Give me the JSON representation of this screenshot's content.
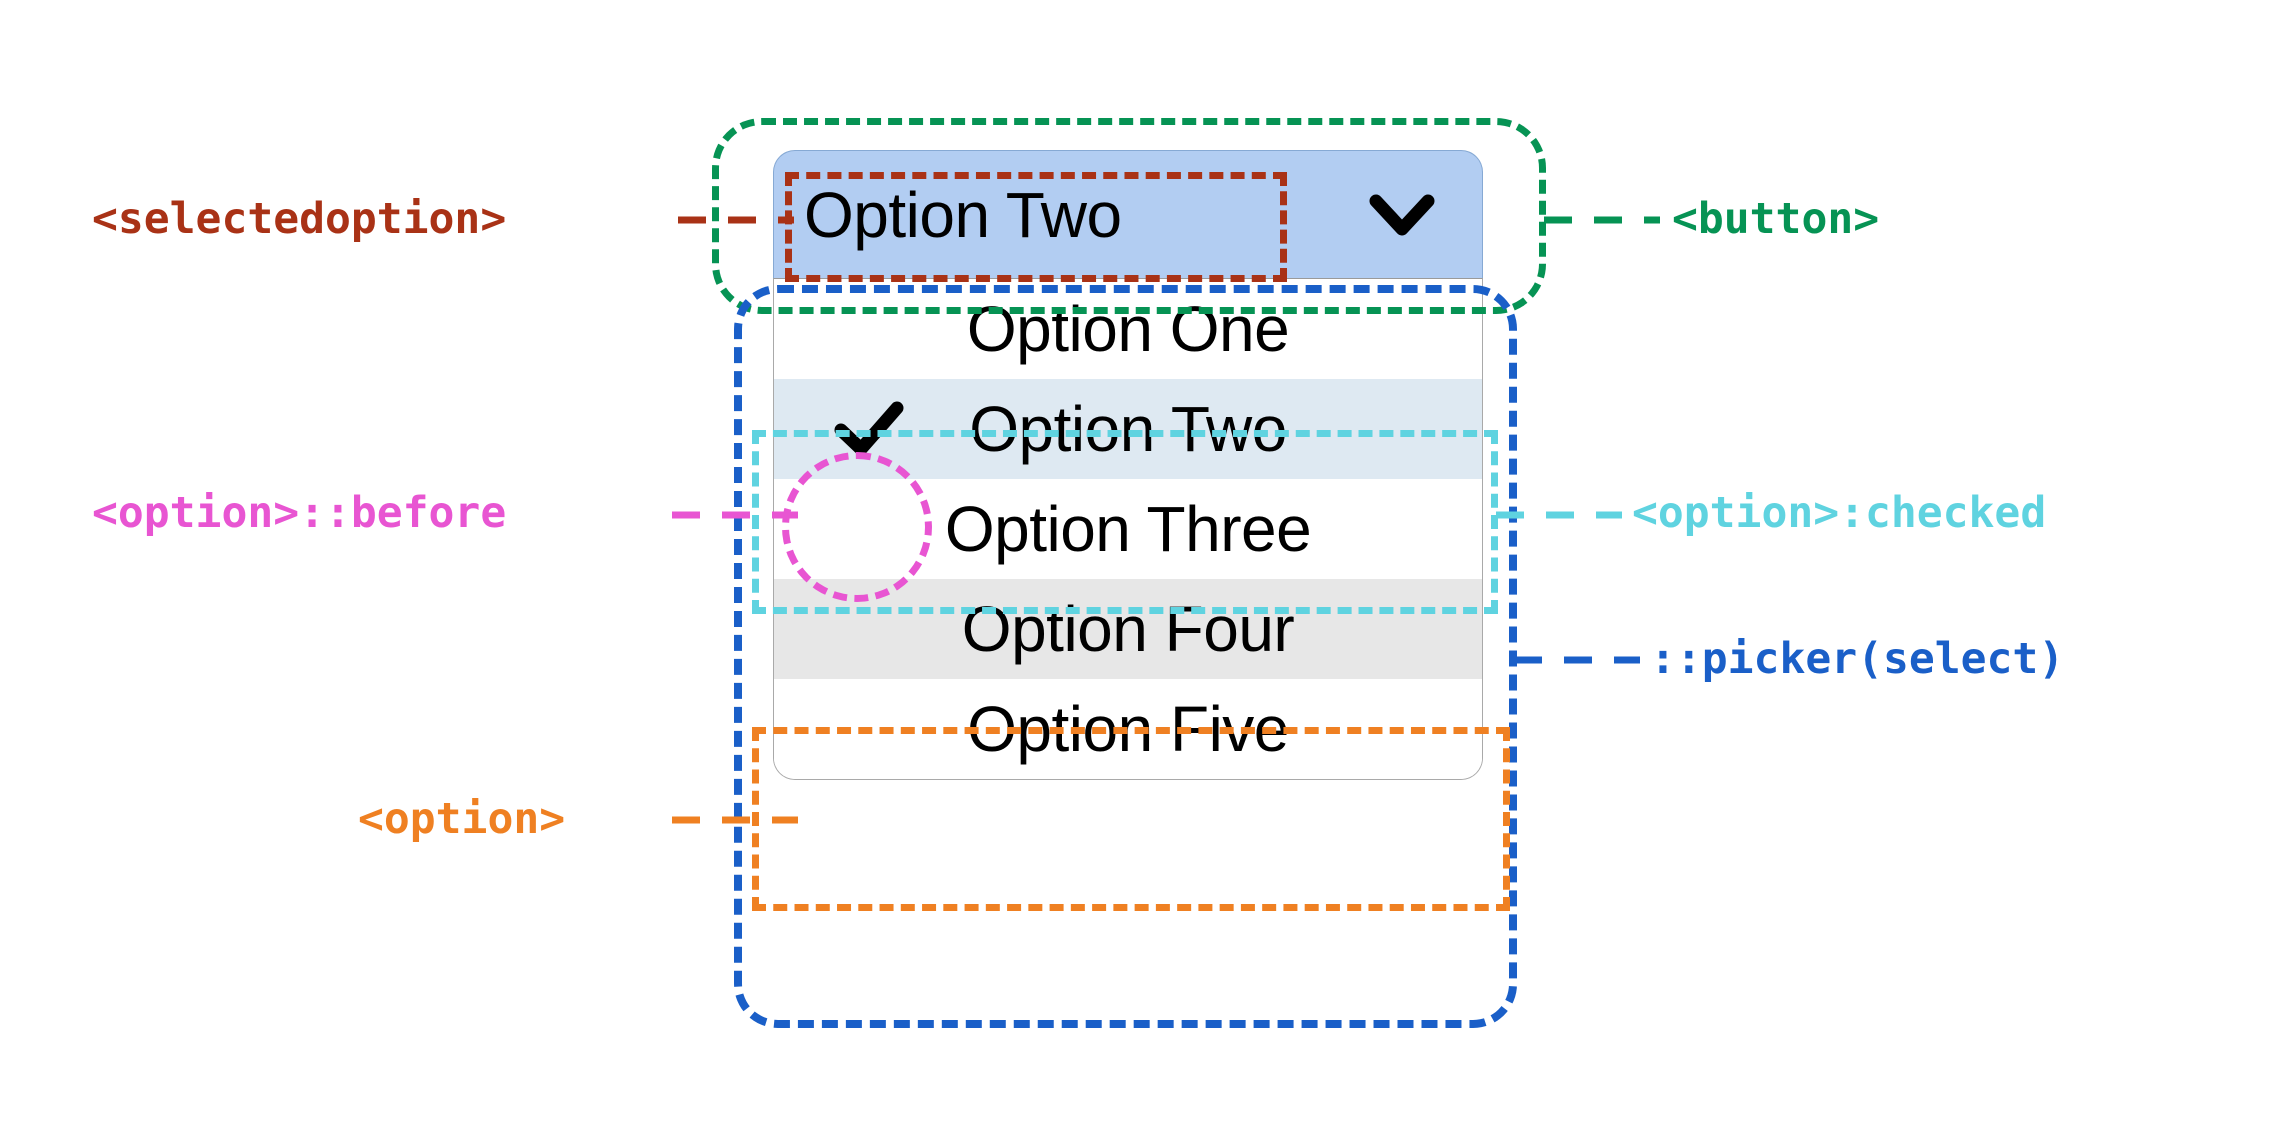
{
  "select": {
    "button": {
      "selected_label": "Option Two",
      "chevron_icon": "chevron-down-icon"
    },
    "options": [
      {
        "label": "Option One",
        "state": "normal",
        "checked": false
      },
      {
        "label": "Option Two",
        "state": "checked",
        "checked": true
      },
      {
        "label": "Option Three",
        "state": "normal",
        "checked": false
      },
      {
        "label": "Option Four",
        "state": "hovered",
        "checked": false
      },
      {
        "label": "Option Five",
        "state": "normal",
        "checked": false
      }
    ],
    "check_icon": "check-mark-icon"
  },
  "annotations": [
    {
      "id": "selectedoption",
      "text": "<selectedoption>",
      "color": "#a93216"
    },
    {
      "id": "button",
      "text": "<button>",
      "color": "#069354"
    },
    {
      "id": "option-before",
      "text": "<option>::before",
      "color": "#e855d2"
    },
    {
      "id": "option-checked",
      "text": "<option>:checked",
      "color": "#5fd3e0"
    },
    {
      "id": "picker-select",
      "text": "::picker(select)",
      "color": "#1a5fc8"
    },
    {
      "id": "option",
      "text": "<option>",
      "color": "#ef8022"
    }
  ],
  "colors": {
    "selectedoption": "#a93216",
    "button": "#069354",
    "option_before": "#e855d2",
    "option_checked": "#5fd3e0",
    "picker_select": "#1a5fc8",
    "option": "#ef8022",
    "button_background": "#b2cdf2",
    "checked_row_background": "#dee9f2",
    "hovered_row_background": "#e7e7e7",
    "panel_background": "#ffffff",
    "page_background": "#ffffff",
    "text": "#000000"
  }
}
